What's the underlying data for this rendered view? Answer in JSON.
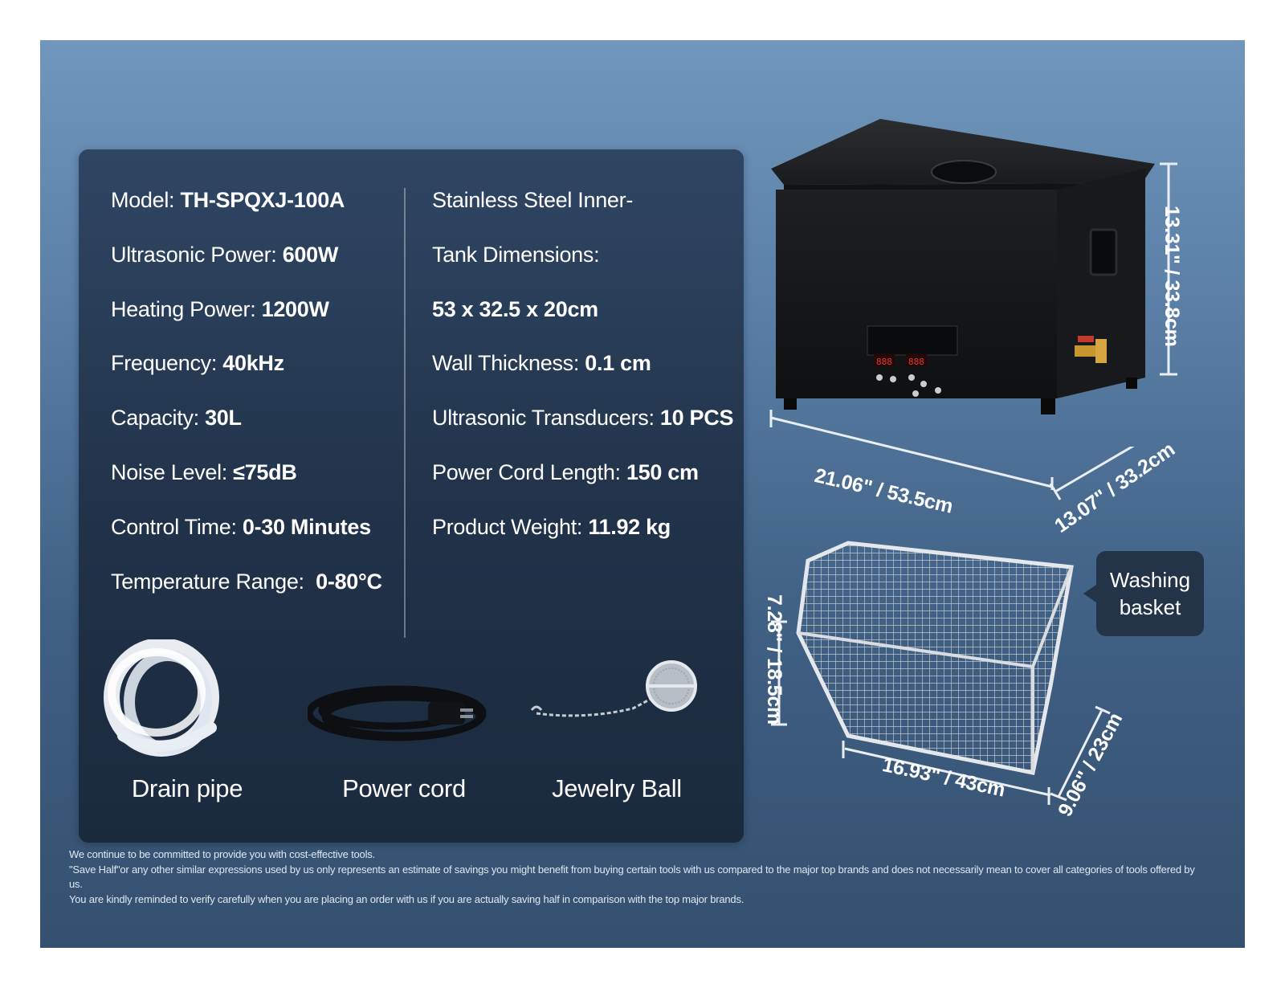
{
  "specs_left": [
    {
      "label": "Model: ",
      "value": "TH-SPQXJ-100A"
    },
    {
      "label": "Ultrasonic Power: ",
      "value": "600W"
    },
    {
      "label": "Heating Power: ",
      "value": "1200W"
    },
    {
      "label": "Frequency: ",
      "value": "40kHz"
    },
    {
      "label": "Capacity: ",
      "value": "30L"
    },
    {
      "label": "Noise Level: ",
      "value": "≤75dB"
    },
    {
      "label": "Control Time: ",
      "value": "0-30 Minutes"
    },
    {
      "label": "Temperature Range:  ",
      "value": "0-80°C"
    }
  ],
  "specs_right": [
    {
      "label": "Stainless Steel Inner-",
      "value": ""
    },
    {
      "label": "Tank Dimensions:",
      "value": ""
    },
    {
      "label": "",
      "value": "53 x 32.5 x 20cm"
    },
    {
      "label": "Wall Thickness: ",
      "value": "0.1 cm"
    },
    {
      "label": "Ultrasonic Transducers: ",
      "value": "10 PCS"
    },
    {
      "label": "Power Cord Length: ",
      "value": "150 cm"
    },
    {
      "label": "Product Weight: ",
      "value": "11.92 kg"
    }
  ],
  "accessories": [
    {
      "label": "Drain pipe"
    },
    {
      "label": "Power cord"
    },
    {
      "label": "Jewelry Ball"
    }
  ],
  "dimensions": {
    "tank_height": "13.31\" / 33.8cm",
    "tank_length": "21.06\" / 53.5cm",
    "tank_depth": "13.07\" / 33.2cm",
    "basket_height": "7.28\" / 18.5cm",
    "basket_length": "16.93\" / 43cm",
    "basket_depth": "9.06\" / 23cm"
  },
  "callout": {
    "line1": "Washing",
    "line2": "basket"
  },
  "disclaimer": [
    "We continue to be committed to provide you with cost-effective tools.",
    "\"Save Half\"or any other similar expressions used by us only represents an estimate of savings you might benefit from buying certain tools with us compared to the major top brands and does not necessarily mean to cover all categories of tools offered by us.",
    "You are kindly reminded to verify carefully when you are placing an order with us if you are actually saving half in comparison with the top major brands."
  ],
  "colors": {
    "panel": "#203249",
    "background": "#5a7ea5",
    "text": "#ffffff"
  }
}
